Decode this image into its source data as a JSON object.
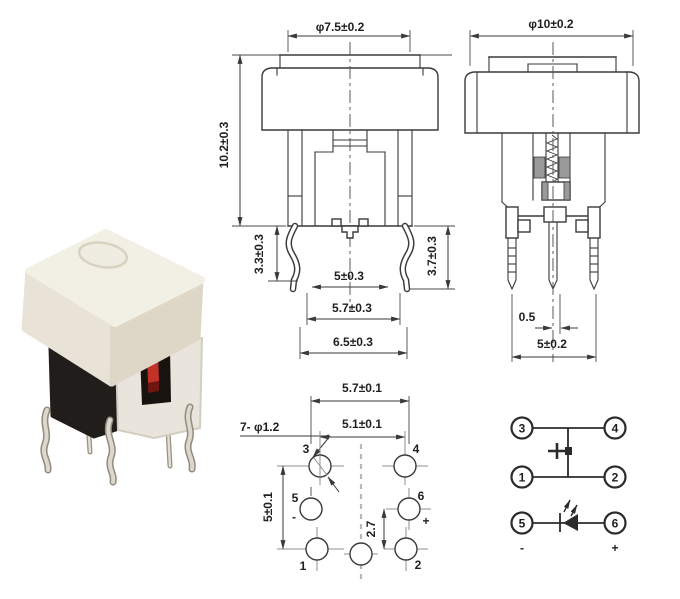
{
  "front_view": {
    "cap_dia": "φ7.5±0.2",
    "total_height": "10.2±0.3",
    "leg_height": "3.3±0.3",
    "pin_span": "5±0.3",
    "body_width": "5.7±0.3",
    "base_width": "6.5±0.3",
    "pin_length": "3.7±0.3"
  },
  "side_view": {
    "cap_dia": "φ10±0.2",
    "led_offset": "0.5",
    "pin_span": "5±0.2"
  },
  "bottom_view": {
    "span_led_pins": "5.7±0.1",
    "span_columns": "5.1±0.1",
    "hole_note": "7- φ1.2",
    "span_rows": "5±0.1",
    "led_row_offset": "2.7",
    "pin1": "1",
    "pin2": "2",
    "pin3": "3",
    "pin4": "4",
    "pin5": "5",
    "pin6": "6",
    "minus": "-",
    "plus": "+"
  },
  "circuit": {
    "pin1": "1",
    "pin2": "2",
    "pin3": "3",
    "pin4": "4",
    "pin5": "5",
    "pin6": "6",
    "minus": "-",
    "plus": "+"
  },
  "colors": {
    "line": "#3a3a3a",
    "text": "#1f1f1f",
    "cap_ivory": "#f2efe5",
    "body_black": "#211d1b",
    "red_stripe": "#c33227"
  }
}
